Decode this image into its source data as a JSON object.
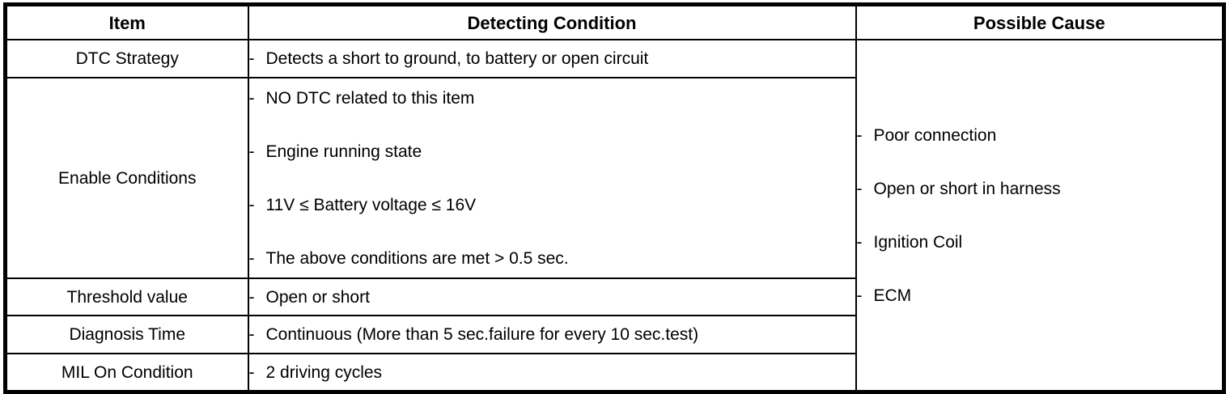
{
  "bullet": "-",
  "table": {
    "headers": {
      "item": "Item",
      "detecting_condition": "Detecting Condition",
      "possible_cause": "Possible Cause"
    },
    "rows": [
      {
        "item": "DTC Strategy",
        "conditions": [
          "Detects a short to ground, to battery or open circuit"
        ]
      },
      {
        "item": "Enable Conditions",
        "conditions": [
          "NO DTC related to this item",
          "Engine running state",
          "11V ≤ Battery voltage ≤ 16V",
          "The above conditions are met > 0.5 sec."
        ]
      },
      {
        "item": "Threshold value",
        "conditions": [
          "Open or short"
        ]
      },
      {
        "item": "Diagnosis Time",
        "conditions": [
          "Continuous (More than 5 sec.failure for every 10 sec.test)"
        ]
      },
      {
        "item": "MIL On Condition",
        "conditions": [
          "2 driving cycles"
        ]
      }
    ],
    "possible_causes": [
      "Poor connection",
      "Open or short in harness",
      "Ignition Coil",
      "ECM"
    ]
  }
}
